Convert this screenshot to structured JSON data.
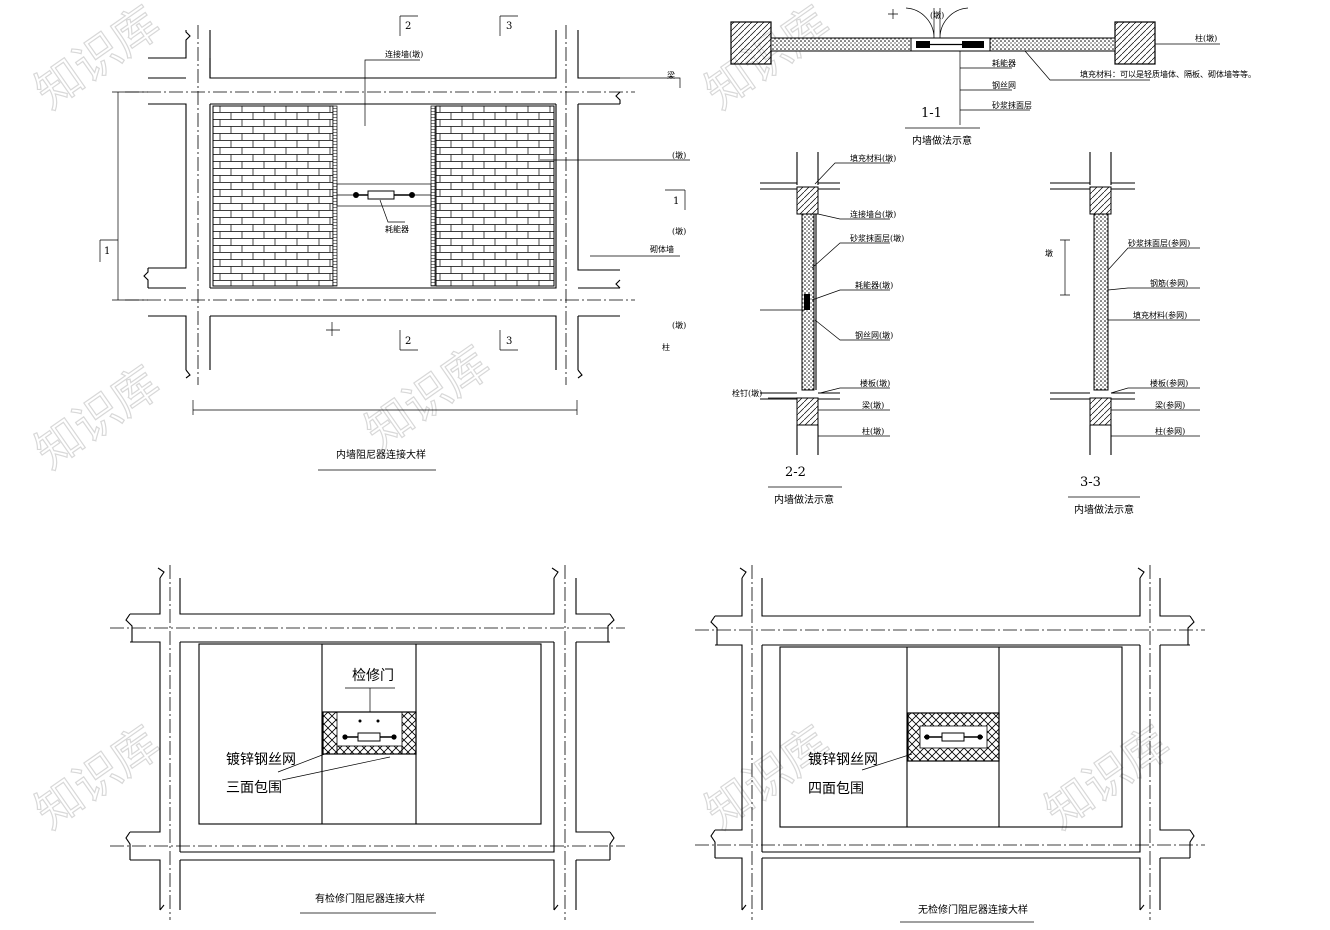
{
  "watermark": "知识库",
  "top_left": {
    "title": "内墙阻尼器连接大样",
    "labels": {
      "liang": "梁",
      "dun": "(墩)",
      "kuang": "(墩)",
      "qiti": "砌体墙",
      "lianjieban": "连接墙(墩)",
      "haoneng": "耗能器",
      "xiazhu_kuang": "(墩)",
      "zhu": "柱"
    },
    "section_marks": {
      "s1": "1",
      "s2": "2",
      "s3": "3"
    }
  },
  "section_11": {
    "title": "1-1",
    "subtitle": "内墙做法示意",
    "zhu": "柱(墩)",
    "dun": "(墩)",
    "tags": [
      "耗能器",
      "钢丝网",
      "砂浆抹面层"
    ],
    "fill_note": "填充材料：可以是轻质墙体、隔板、砌体墙等等。"
  },
  "section_22": {
    "title": "2-2",
    "subtitle": "内墙做法示意",
    "labels": [
      "填充材料(墩)",
      "连接墙台(墩)",
      "砂浆抹面层(墩)",
      "耗能器(墩)",
      "钢丝网(墩)",
      "楼板(墩)",
      "梁(墩)",
      "柱(墩)"
    ],
    "left_label": "栓钉(墩)"
  },
  "section_33": {
    "title": "3-3",
    "subtitle": "内墙做法示意",
    "labels": [
      "砂浆抹面层(参网)",
      "钢筋(参网)",
      "填充材料(参网)",
      "楼板(参网)",
      "梁(参网)",
      "柱(参网)"
    ],
    "dim_label": "墩"
  },
  "bottom_left": {
    "title": "有检修门阻尼器连接大样",
    "door_label": "检修门",
    "mesh_label_1": "镀锌钢丝网",
    "mesh_label_2": "三面包围"
  },
  "bottom_right": {
    "title": "无检修门阻尼器连接大样",
    "mesh_label_1": "镀锌钢丝网",
    "mesh_label_2": "四面包围"
  }
}
